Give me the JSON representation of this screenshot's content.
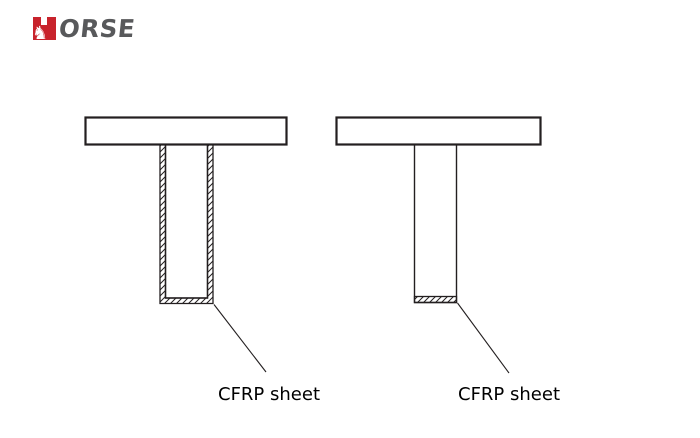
{
  "logo": {
    "brand": "HORSE",
    "mark_letter": "H",
    "letters": "ORSE",
    "knight_icon": "♞",
    "red": "#c8232c",
    "gray": "#58595b"
  },
  "labels": {
    "left_cfrp": "CFRP sheet",
    "right_cfrp": "CFRP sheet"
  },
  "colors": {
    "line": "#231f20",
    "background": "#ffffff"
  }
}
